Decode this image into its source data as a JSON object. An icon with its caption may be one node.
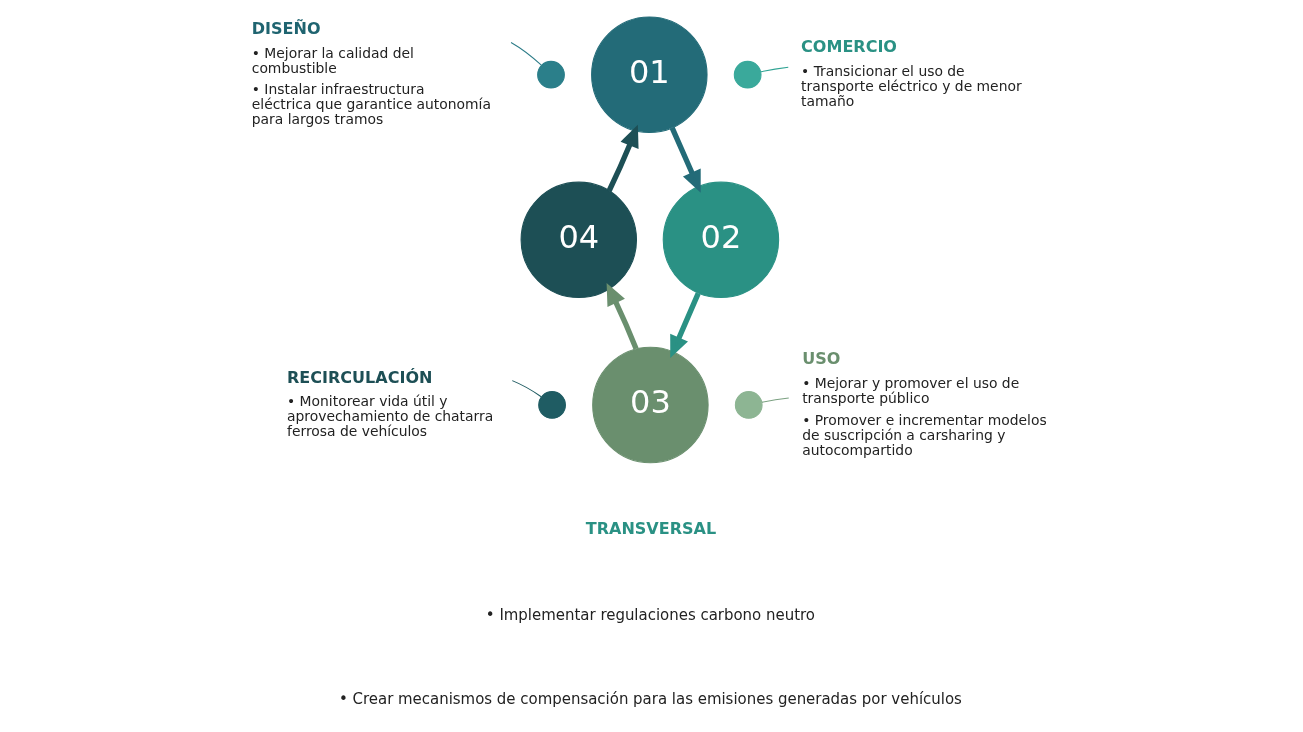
{
  "diagram": {
    "nodes": [
      {
        "text": [
          "01"
        ]
      },
      {
        "text": [
          "02"
        ]
      },
      {
        "text": [
          "03"
        ]
      },
      {
        "text": [
          "04"
        ]
      },
      {
        "text": [
          "DISEÑO",
          "• Mejorar la calidad del combustible",
          "• Instalar infraestructura eléctrica que garantice autonomía para largos tramos"
        ]
      },
      {
        "text": [
          "COMERCIO",
          "• Transicionar el uso de transporte eléctrico y de menor tamaño"
        ]
      },
      {
        "text": [
          "USO",
          "• Mejorar y promover el uso de transporte público",
          "• Promover e incrementar modelos de suscripción a carsharing y autocompartido"
        ]
      },
      {
        "text": [
          "RECIRCULACIÓN",
          "• Monitorear vida útil y aprovechamiento de chatarra ferrosa de vehículos"
        ]
      },
      {
        "text": [],
        "shape": "circle"
      },
      {
        "text": [],
        "shape": "circle"
      },
      {
        "text": [],
        "shape": "circle"
      },
      {
        "text": [],
        "shape": "circle"
      }
    ],
    "edges": [
      {
        "from": 0,
        "to": 1,
        "arrow": "to",
        "style": "thick",
        "color": "#236b78"
      },
      {
        "from": 1,
        "to": 2,
        "arrow": "to",
        "style": "thick",
        "color": "#2a9184"
      },
      {
        "from": 2,
        "to": 3,
        "arrow": "to",
        "style": "thick",
        "color": "#6a8f6e"
      },
      {
        "from": 3,
        "to": 0,
        "arrow": "to",
        "style": "thick",
        "color": "#1d4f55"
      },
      {
        "from": 4,
        "to": 8,
        "arrow": "none",
        "color": "#2b7b87"
      },
      {
        "from": 5,
        "to": 9,
        "arrow": "none",
        "color": "#2fa393"
      },
      {
        "from": 6,
        "to": 10,
        "arrow": "none",
        "color": "#7aa080"
      },
      {
        "from": 7,
        "to": 11,
        "arrow": "none",
        "color": "#1d5a60"
      }
    ],
    "labels": [
      "TRANSVERSAL",
      "• Implementar regulaciones carbono neutro",
      "• Crear mecanismos de compensación para las emisiones generadas por vehículos"
    ]
  }
}
